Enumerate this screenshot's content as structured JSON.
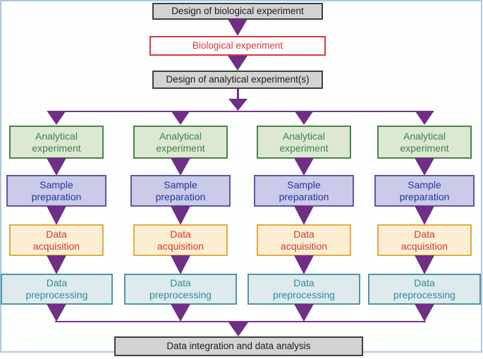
{
  "flow": {
    "top_steps": [
      {
        "label": "Design of biological experiment"
      },
      {
        "label": "Biological experiment"
      },
      {
        "label": "Design of analytical experiment(s)"
      }
    ],
    "columns": [
      {
        "steps": [
          {
            "label": "Analytical experiment"
          },
          {
            "label": "Sample preparation"
          },
          {
            "label": "Data acquisition"
          },
          {
            "label": "Data preprocessing"
          }
        ]
      },
      {
        "steps": [
          {
            "label": "Analytical experiment"
          },
          {
            "label": "Sample preparation"
          },
          {
            "label": "Data acquisition"
          },
          {
            "label": "Data preprocessing"
          }
        ]
      },
      {
        "steps": [
          {
            "label": "Analytical experiment"
          },
          {
            "label": "Sample preparation"
          },
          {
            "label": "Data acquisition"
          },
          {
            "label": "Data preprocessing"
          }
        ]
      },
      {
        "steps": [
          {
            "label": "Analytical experiment"
          },
          {
            "label": "Sample preparation"
          },
          {
            "label": "Data acquisition"
          },
          {
            "label": "Data preprocessing"
          }
        ]
      }
    ],
    "final_step": {
      "label": "Data integration and data analysis"
    },
    "colors": {
      "arrow_purple": "#702e85",
      "line_purple": "#7a3590",
      "frame_border": "#abc7e3",
      "gray_fill": "#d3d3d3",
      "gray_border": "#3f3f3f",
      "red_accent": "#d43a3a",
      "green_fill": "#dce8d2",
      "green_border": "#4c8348",
      "green_text": "#3f8347",
      "lavender_fill": "#c9cbe8",
      "lavender_border": "#5f58a5",
      "blue_text": "#28339b",
      "orange_fill": "#fceed2",
      "orange_border": "#e5aa41",
      "red_text": "#ce3b31",
      "teal_fill": "#deeaec",
      "teal_border": "#4e96a6",
      "teal_text": "#2e8d9e"
    }
  }
}
